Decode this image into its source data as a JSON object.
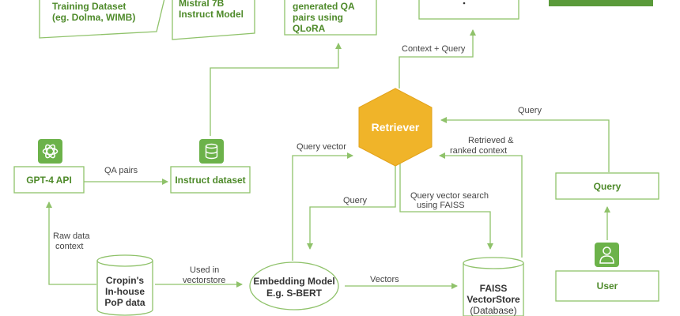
{
  "nodes": {
    "training_dataset": {
      "line1": "Training Dataset",
      "line2": "(eg. Dolma, WIMB)"
    },
    "mistral_model": {
      "line1": "Mistral 7B",
      "line2": "Instruct Model"
    },
    "finetune": {
      "line1": "generated QA",
      "line2": "pairs using",
      "line3": "QLoRA"
    },
    "gpt4": {
      "label": "GPT-4 API"
    },
    "instruct_dataset": {
      "label": "Instruct dataset"
    },
    "retriever": {
      "label": "Retriever"
    },
    "query_box": {
      "label": "Query"
    },
    "user_box": {
      "label": "User"
    },
    "cropin": {
      "line1": "Cropin's",
      "line2": "In-house",
      "line3": "PoP data"
    },
    "embedding": {
      "line1": "Embedding Model",
      "line2": "E.g. S-BERT"
    },
    "faiss": {
      "line1": "FAISS",
      "line2": "VectorStore",
      "line3": "(Database)"
    }
  },
  "edges": {
    "qa_pairs": "QA pairs",
    "context_query": "Context + Query",
    "query_top": "Query",
    "retrieved_l1": "Retrieved &",
    "retrieved_l2": "ranked context",
    "query_vector": "Query vector",
    "query_mid": "Query",
    "qv_search_l1": "Query vector search",
    "qv_search_l2": "using FAISS",
    "raw_l1": "Raw data",
    "raw_l2": "context",
    "used_l1": "Used in",
    "used_l2": "vectorstore",
    "vectors": "Vectors"
  },
  "icons": {
    "openai": "openai-logo-icon",
    "database": "database-icon",
    "user": "user-icon"
  },
  "colors": {
    "green_line": "#8fc26a",
    "green_text": "#4e8a2a",
    "green_icon": "#6cb24a",
    "retriever_fill": "#f0b429",
    "dark_green_block": "#5a9a3a"
  }
}
